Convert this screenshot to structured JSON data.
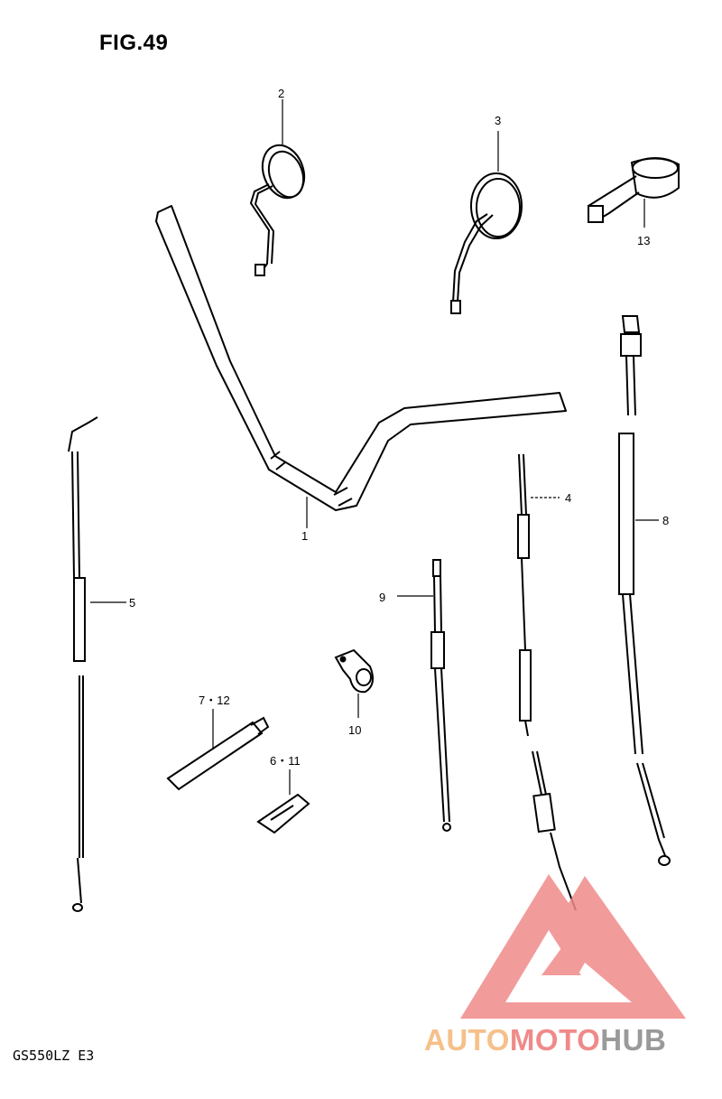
{
  "figure": {
    "title": "FIG.49",
    "model_code": "GS550LZ  E3"
  },
  "parts": {
    "handlebar": "1",
    "mirror_left": "2",
    "mirror_right": "3",
    "cable_4": "4",
    "cable_5": "5",
    "part_6_11": "6・11",
    "part_7_12": "7・12",
    "cable_8": "8",
    "cable_9": "9",
    "clamp_10": "10",
    "switch_13": "13"
  },
  "watermark": {
    "part_a": "AUTO",
    "part_b": "MOTO",
    "part_c": "HUB",
    "colors": {
      "auto": "#f6c08a",
      "moto": "#f08a8a",
      "hub": "#9a9a9a",
      "logo": "#ef6b6b"
    }
  }
}
